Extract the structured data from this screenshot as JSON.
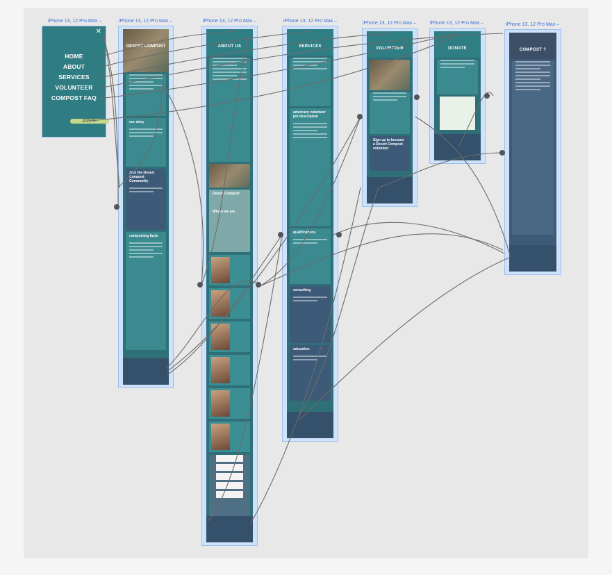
{
  "frames": [
    {
      "label": "iPhone 13, 12 Pro Max –"
    },
    {
      "label": "iPhone 13, 12 Pro Max –"
    },
    {
      "label": "iPhone 13, 12 Pro Max –"
    },
    {
      "label": "iPhone 13, 12 Pro Max –"
    },
    {
      "label": "iPhone 13, 12 Pro Max –"
    },
    {
      "label": "iPhone 13, 12 Pro Max –"
    },
    {
      "label": "iPhone 13, 12 Pro Max –"
    }
  ],
  "menu": {
    "items": [
      "HOME",
      "ABOUT",
      "SERVICES",
      "VOLUNTEER",
      "COMPOST FAQ"
    ],
    "donate": "DONATE"
  },
  "home": {
    "hero": "DESERT COMPOST",
    "story": "our story",
    "join": "Join the Desert Compost Community",
    "facts": "composting facts"
  },
  "about": {
    "title": "ABOUT US",
    "org": "Desert Compost",
    "where": "Where we are"
  },
  "services": {
    "title": "SERVICES",
    "advocacy": "advocacy volunteer job description",
    "qualifications": "qualifications",
    "consulting": "consulting",
    "education": "education"
  },
  "volunteer": {
    "title": "VOLUNTEER",
    "signup": "Sign up to become a Desert Compost volunteer"
  },
  "donate": {
    "title": "DONATE"
  },
  "faq": {
    "title": "COMPOST ?"
  }
}
